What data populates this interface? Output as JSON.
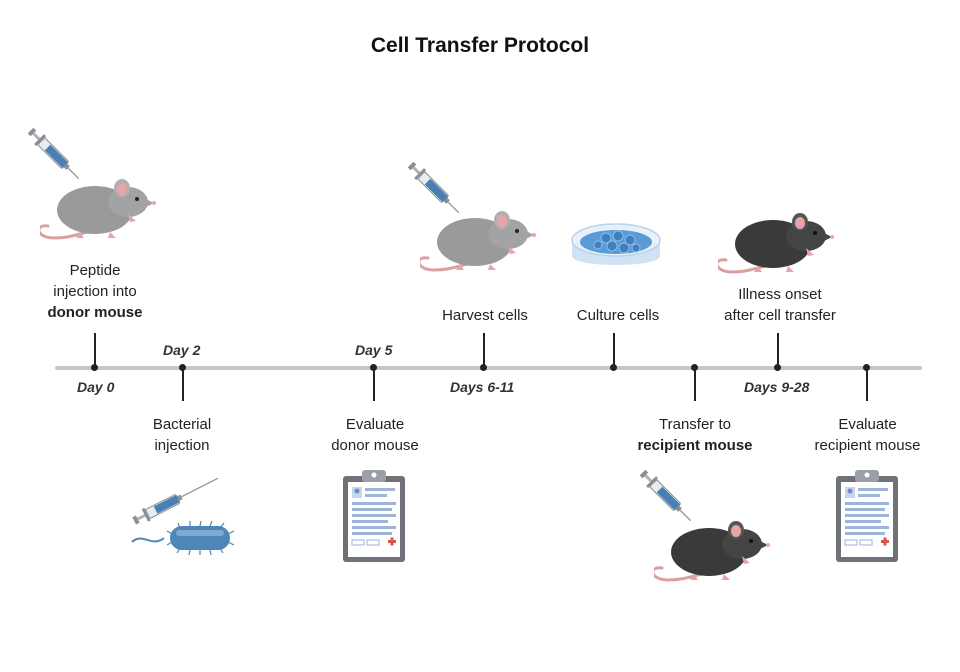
{
  "title": "Cell Transfer Protocol",
  "events": {
    "peptide": {
      "line1": "Peptide",
      "line2": "injection into",
      "bold": "donor mouse"
    },
    "bacterial": {
      "line1": "Bacterial",
      "line2": "injection"
    },
    "evaluate_donor": {
      "line1": "Evaluate",
      "line2": "donor mouse"
    },
    "harvest": {
      "line1": "Harvest cells"
    },
    "culture": {
      "line1": "Culture cells"
    },
    "transfer": {
      "line1": "Transfer to",
      "bold": "recipient mouse"
    },
    "illness": {
      "line1": "Illness onset",
      "line2": "after cell transfer"
    },
    "evaluate_recipient": {
      "line1": "Evaluate",
      "line2": "recipient mouse"
    }
  },
  "days": {
    "day0": "Day 0",
    "day2": "Day 2",
    "day5": "Day 5",
    "days6_11": "Days 6-11",
    "days9_28": "Days 9-28"
  },
  "icons": {
    "syringe": "syringe-icon",
    "mouse_gray": "gray-mouse-icon",
    "mouse_black": "black-mouse-icon",
    "bacterium": "bacterium-icon",
    "clipboard": "clipboard-icon",
    "petri": "petri-dish-icon"
  },
  "colors": {
    "timeline": "#c6c6c6",
    "gray_mouse": "#9a9a9a",
    "black_mouse": "#3a3a3a",
    "syringe_fluid": "#4a7fb5",
    "bacterium": "#4f86b8",
    "clipboard": "#6f7378",
    "petri": "#5b9bd5"
  }
}
